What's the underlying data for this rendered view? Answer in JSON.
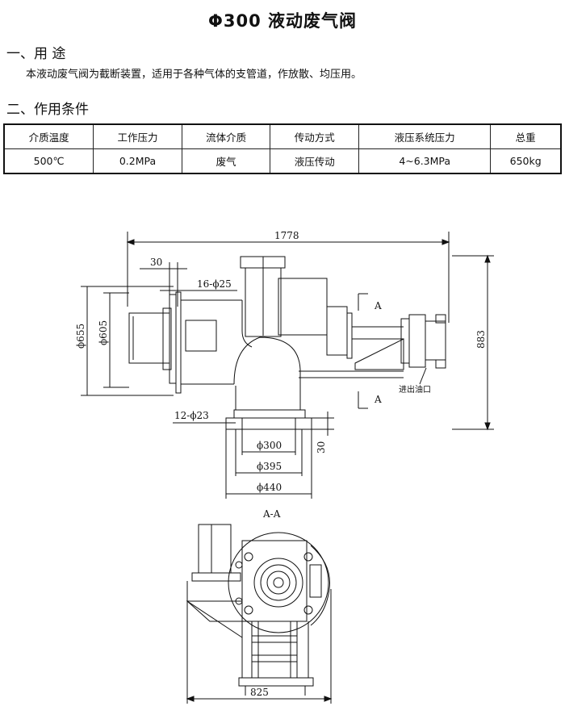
{
  "title": "Φ300 液动废气阀",
  "section1": {
    "heading": "一、用 途",
    "text": "本液动废气阀为截断装置，适用于各种气体的支管道，作放散、均压用。"
  },
  "section2": {
    "heading": "二、作用条件"
  },
  "table": {
    "headers": [
      "介质温度",
      "工作压力",
      "流体介质",
      "传动方式",
      "液压系统压力",
      "总重"
    ],
    "values": [
      "500℃",
      "0.2MPa",
      "废气",
      "液压传动",
      "4~6.3MPa",
      "650kg"
    ]
  },
  "drawing": {
    "dim_1778": "1778",
    "dim_30_top": "30",
    "dim_16phi25": "16-ϕ25",
    "dim_phi655": "ϕ655",
    "dim_phi605": "ϕ605",
    "dim_883": "883",
    "dim_12phi23": "12-ϕ23",
    "dim_phi300": "ϕ300",
    "dim_phi395": "ϕ395",
    "dim_phi440": "ϕ440",
    "dim_30_side": "30",
    "section_mark": "A",
    "port_label": "进出油口",
    "section_title": "A-A",
    "dim_825": "825"
  }
}
